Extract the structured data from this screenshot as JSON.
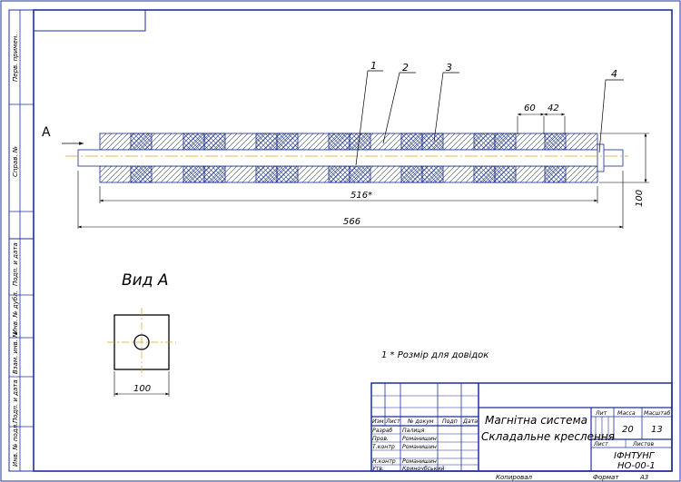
{
  "drawing": {
    "callouts": [
      "1",
      "2",
      "3",
      "4"
    ],
    "view_arrow_label": "A",
    "dimensions": {
      "pitch": "60",
      "magnet_width": "42",
      "reference_length": "516*",
      "overall_length": "566",
      "height": "100",
      "view_width": "100"
    },
    "view_title": "Вид А",
    "note": "1 * Розмір для довідок",
    "side_labels": {
      "perv_primen": "Перв. примен.",
      "sprav_no": "Справ. №",
      "podp_data_1": "Подп. и дата",
      "inv_dubl": "Инв. № дубл.",
      "vzam_inv": "Взам. инв. №",
      "podp_data_2": "Подп. и дата",
      "inv_podl": "Инв. № подл."
    }
  },
  "title_block": {
    "header": {
      "izm": "Изм",
      "list": "Лист",
      "doc_no": "№ докум",
      "podp": "Подп",
      "data": "Дата"
    },
    "roles": [
      {
        "role": "Разраб",
        "name": "Палиця"
      },
      {
        "role": "Пров.",
        "name": "Романишин"
      },
      {
        "role": "Т.контр",
        "name": "Романишин"
      },
      {
        "role": "Н.контр",
        "name": "Романишин"
      },
      {
        "role": "Утв.",
        "name": "Криночбський"
      }
    ],
    "title_line1": "Магнітна система",
    "title_line2": "Складальне креслення",
    "lit_label": "Лит",
    "mass_label": "Масса",
    "scale_label": "Масштаб",
    "mass": "20",
    "scale": "13",
    "sheet_label": "Лист",
    "sheets_label": "Листов",
    "org": "ІФНТУНГ",
    "doc_code": "НО-00-1"
  },
  "footer": {
    "copied": "Копировал",
    "format_label": "Формат",
    "format_value": "А3"
  }
}
